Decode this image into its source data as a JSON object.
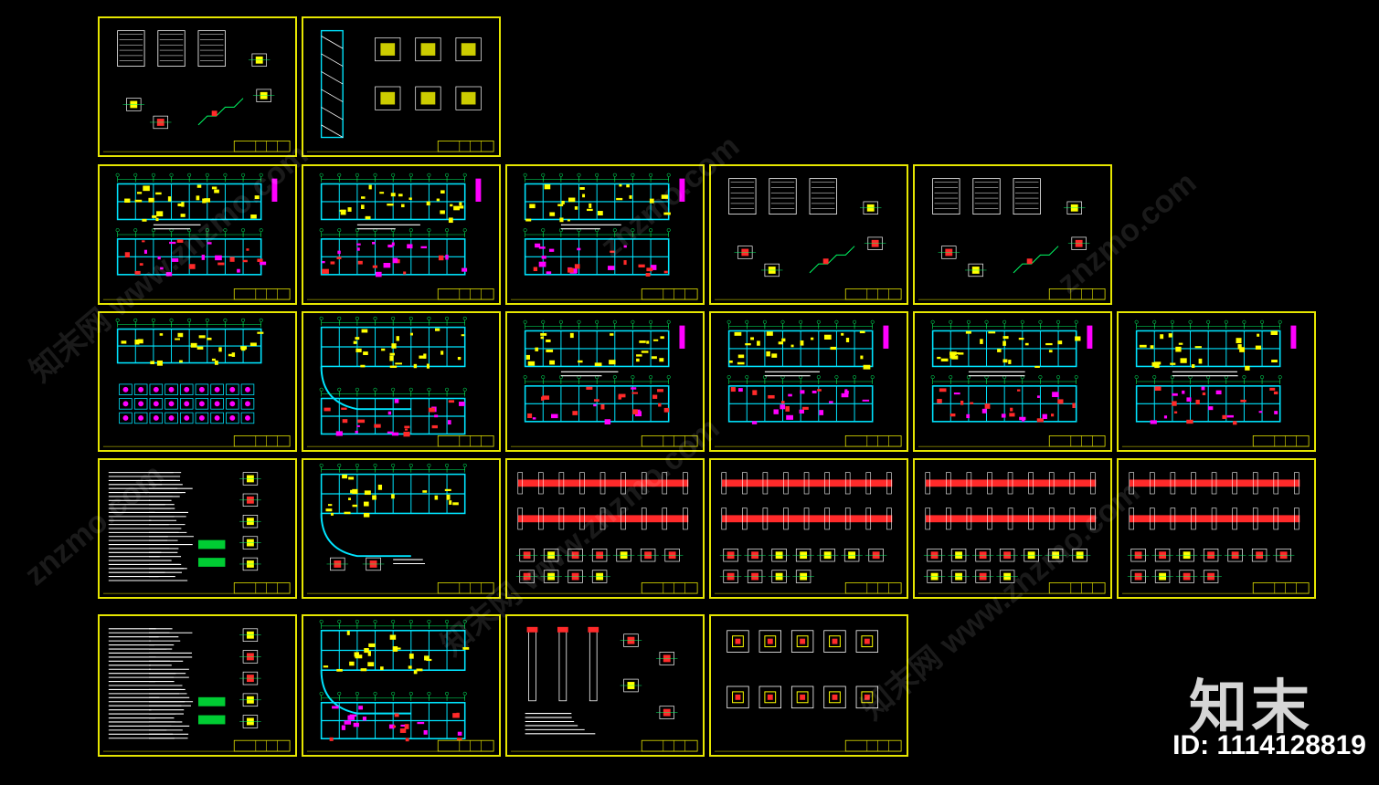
{
  "watermark": {
    "brand": "知末",
    "id_text": "ID: 1114128819",
    "site": "znzmo.com",
    "site_cn": "知末网 www.znzmo.com"
  },
  "colors": {
    "background": "#000000",
    "frame": "#e6e600",
    "grid": "#00e5ff",
    "dim": "#00ff66",
    "accent": "#ffff00",
    "rebar": "#ff2a2a",
    "text": "#ffffff",
    "mag": "#ff00ff"
  },
  "sheets": [
    {
      "type": "stair-detail"
    },
    {
      "type": "stair-section"
    },
    {
      "type": "double-plan"
    },
    {
      "type": "double-plan"
    },
    {
      "type": "double-plan"
    },
    {
      "type": "stair-detail"
    },
    {
      "type": "stair-detail"
    },
    {
      "type": "grid-plan"
    },
    {
      "type": "curved-plan"
    },
    {
      "type": "double-plan"
    },
    {
      "type": "double-plan"
    },
    {
      "type": "double-plan"
    },
    {
      "type": "double-plan"
    },
    {
      "type": "notes"
    },
    {
      "type": "frame-plan"
    },
    {
      "type": "beam-detail"
    },
    {
      "type": "beam-detail"
    },
    {
      "type": "beam-detail"
    },
    {
      "type": "beam-detail"
    },
    {
      "type": "notes"
    },
    {
      "type": "foundation-plan"
    },
    {
      "type": "pile-detail"
    },
    {
      "type": "column-detail"
    }
  ]
}
